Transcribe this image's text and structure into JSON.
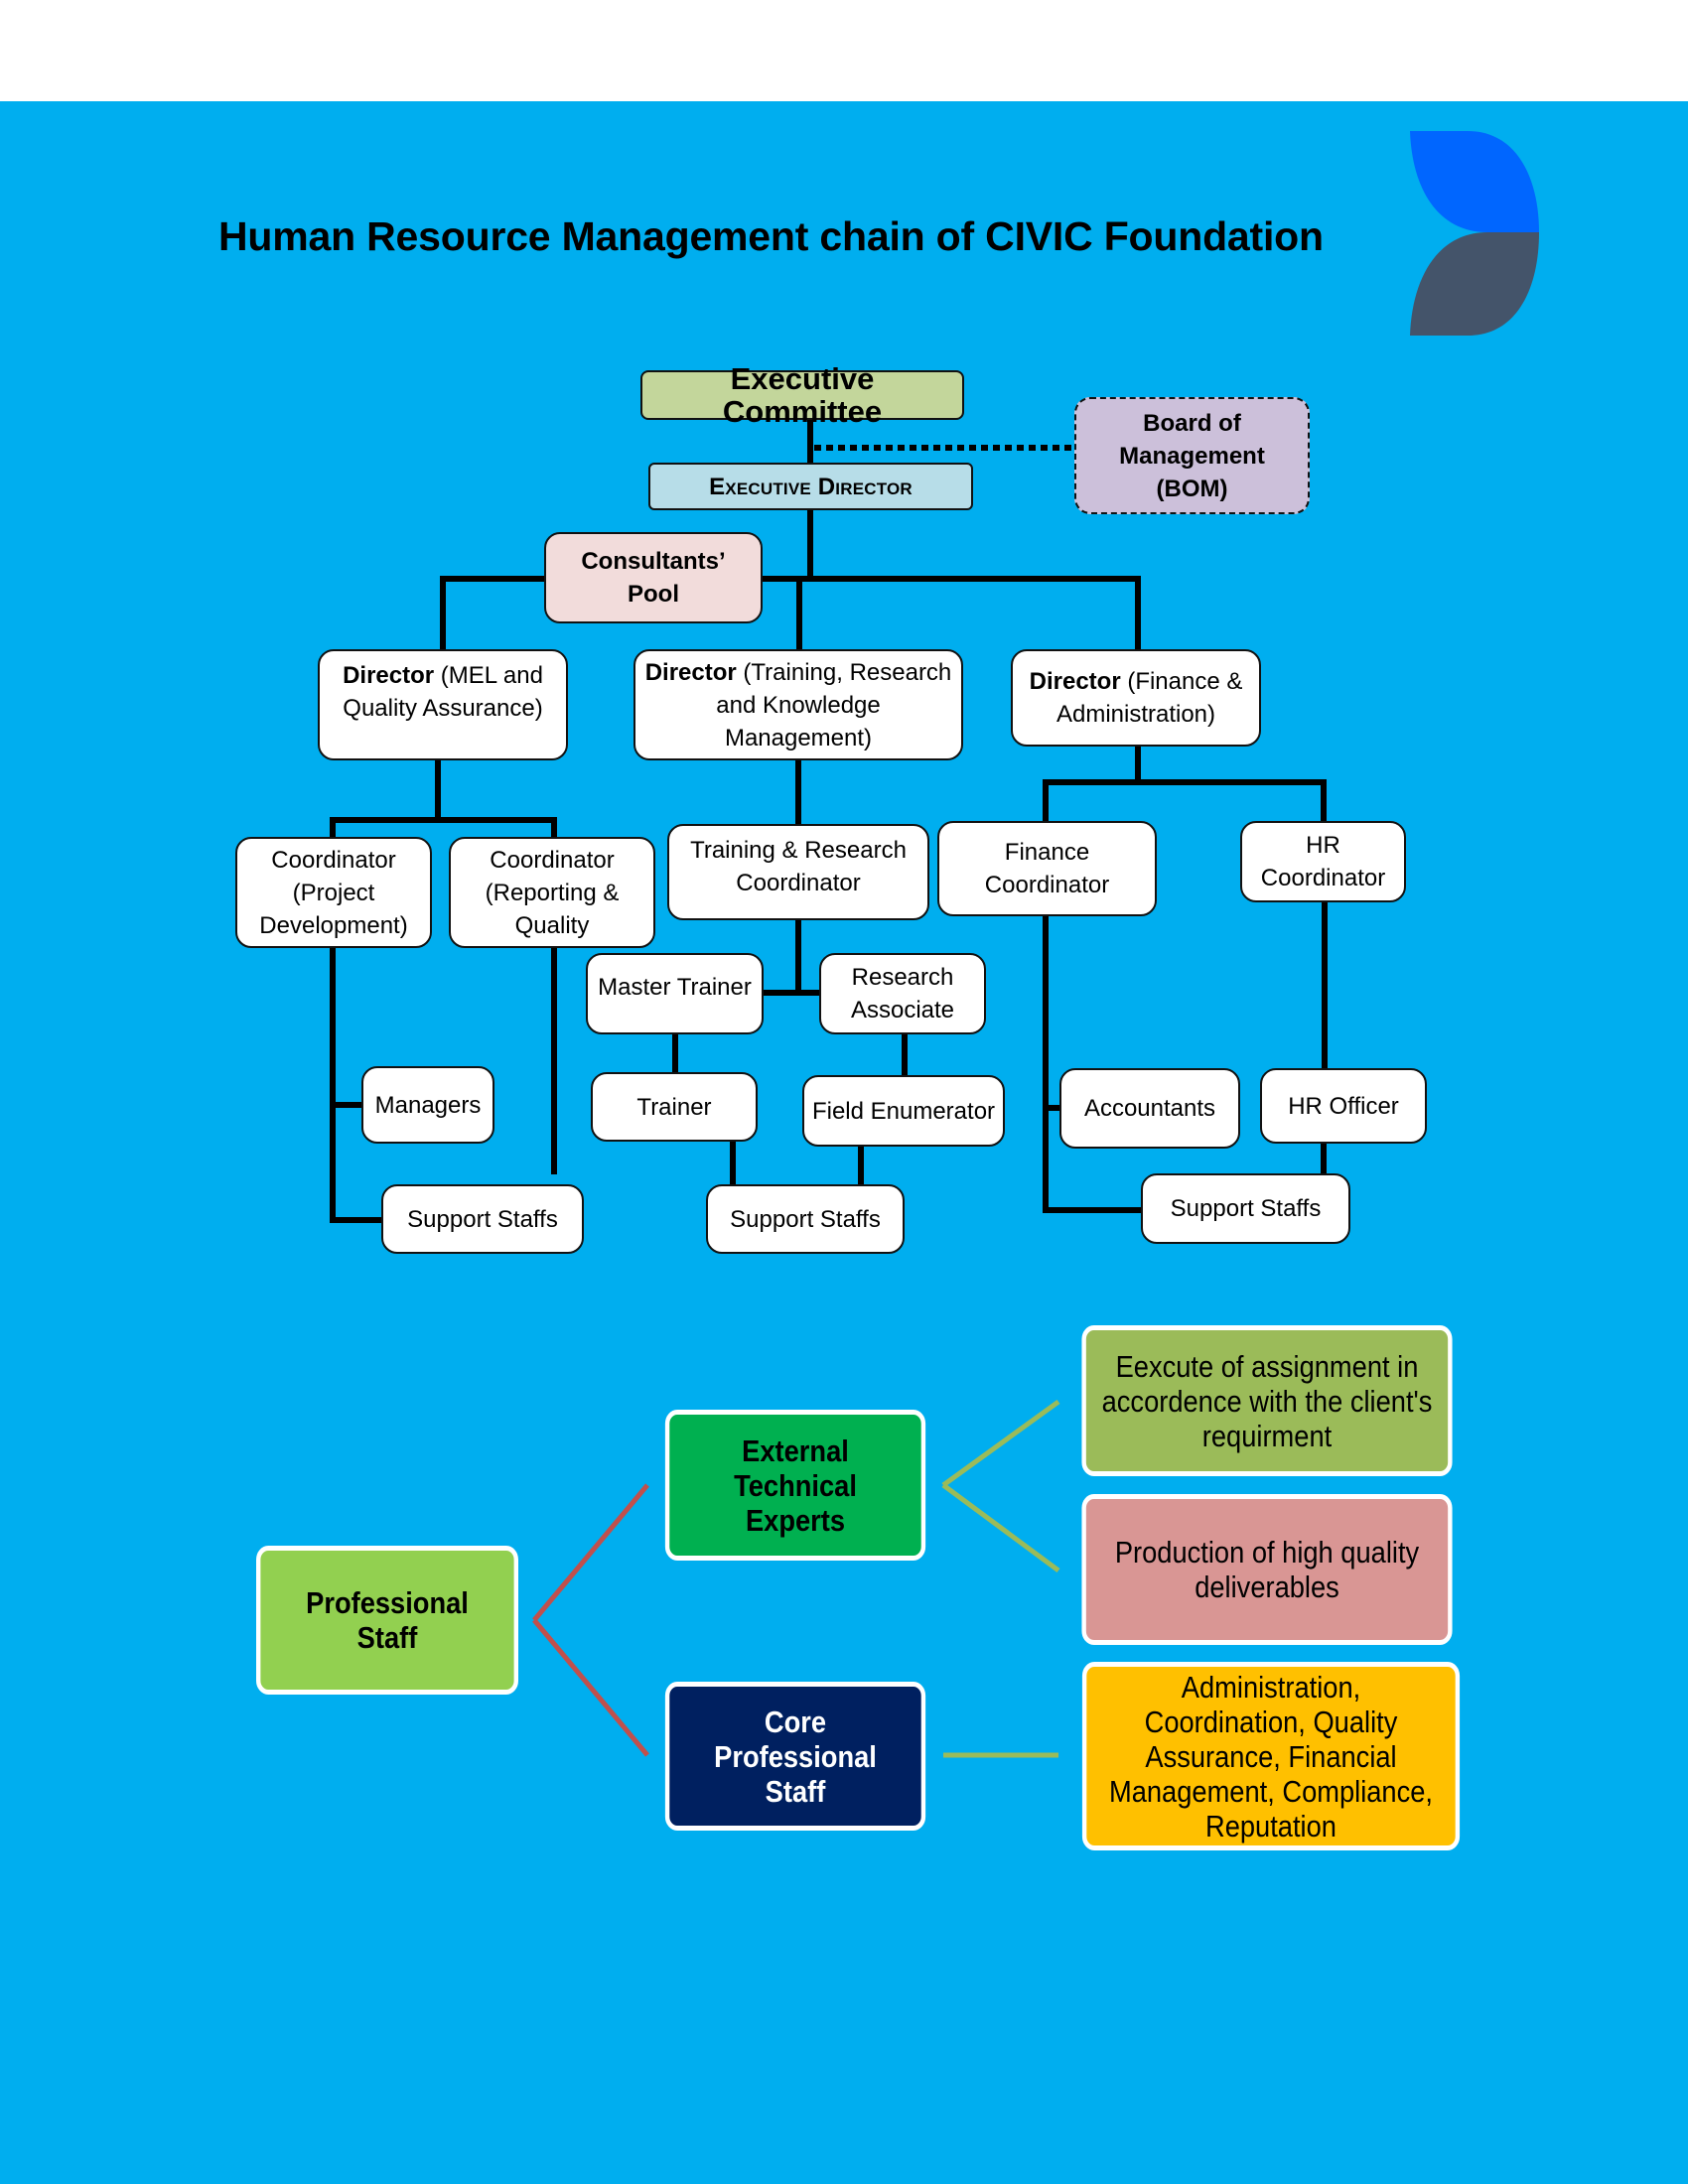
{
  "title": "Human Resource Management chain of CIVIC Foundation",
  "logo": {
    "icon": "leaf-logo-icon",
    "colors": {
      "top": "#0066ff",
      "bottom": "#44546a"
    }
  },
  "colors": {
    "background": "#00aeef",
    "line": "#000000",
    "mindmap_left_line": "#c0504d",
    "mindmap_right_line": "#9bbb59"
  },
  "org_chart": {
    "executive_committee": "Executive Committee",
    "executive_director": "Executive Director",
    "board": "Board of Management (BOM)",
    "consultants_pool": "Consultants’ Pool",
    "directors": [
      {
        "bold": "Director",
        "rest": " (MEL and Quality Assurance)"
      },
      {
        "bold": "Director",
        "rest": " (Training, Research and Knowledge Management)"
      },
      {
        "bold": "Director",
        "rest": " (Finance & Administration)"
      }
    ],
    "mel": {
      "coordinator_project": "Coordinator (Project Development)",
      "coordinator_reporting": "Coordinator (Reporting & Quality",
      "managers": "Managers",
      "support_staffs": "Support Staffs"
    },
    "training": {
      "coordinator": "Training & Research Coordinator",
      "master_trainer": "Master Trainer",
      "research_associate": "Research Associate",
      "trainer": "Trainer",
      "field_enumerator": "Field Enumerator",
      "support_staffs": "Support Staffs"
    },
    "finance": {
      "finance_coordinator": "Finance Coordinator",
      "hr_coordinator": "HR Coordinator",
      "accountants": "Accountants",
      "hr_officer": "HR Officer",
      "support_staffs": "Support Staffs"
    }
  },
  "mind_map": {
    "root": {
      "label": "Professional Staff",
      "color": "#92d050"
    },
    "branches": [
      {
        "label": "External Technical Experts",
        "color": "#00b050",
        "children": [
          {
            "label": "Eexcute of assignment in accordence with the client's requirment",
            "color": "#9bbb59"
          },
          {
            "label": "Production of high quality deliverables",
            "color": "#d99694"
          }
        ]
      },
      {
        "label": "Core Professional Staff",
        "color": "#002060",
        "children": [
          {
            "label": "Administration, Coordination, Quality Assurance, Financial Management, Compliance, Reputation",
            "color": "#ffc000"
          }
        ]
      }
    ]
  }
}
